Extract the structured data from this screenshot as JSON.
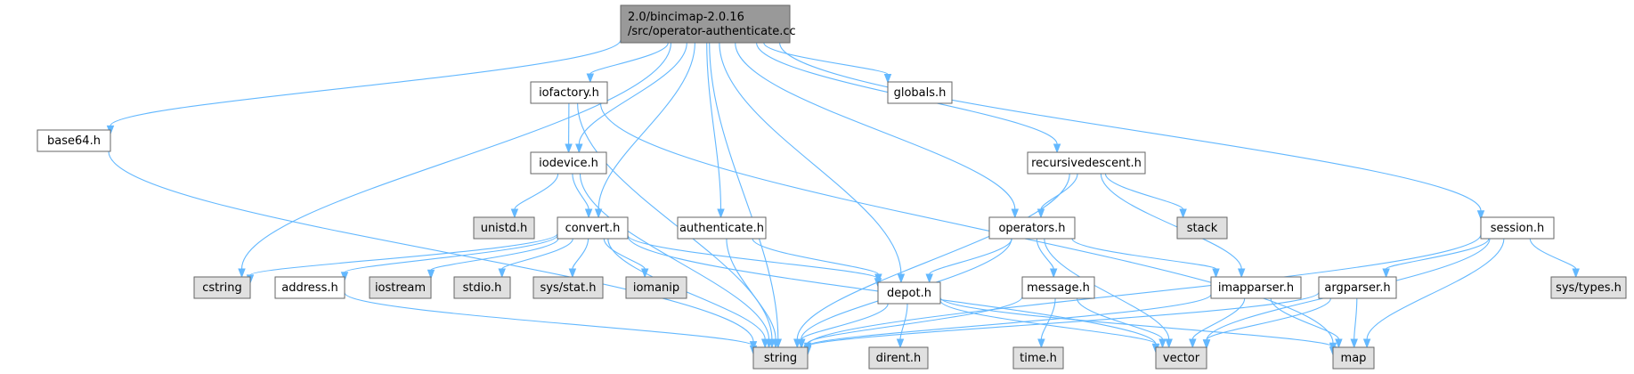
{
  "graph": {
    "colors": {
      "root_fill": "#999999",
      "header_fill": "#ffffff",
      "system_fill": "#e0e0e0",
      "border": "#666666",
      "edge": "#63b8ff"
    },
    "nodes": {
      "root": {
        "lines": [
          "2.0/bincimap-2.0.16",
          "/src/operator-authenticate.cc"
        ],
        "kind": "root"
      },
      "base64": {
        "lines": [
          "base64.h"
        ],
        "kind": "header"
      },
      "string": {
        "lines": [
          "string"
        ],
        "kind": "system"
      },
      "iofactory": {
        "lines": [
          "iofactory.h"
        ],
        "kind": "header"
      },
      "iodevice": {
        "lines": [
          "iodevice.h"
        ],
        "kind": "header"
      },
      "map": {
        "lines": [
          "map"
        ],
        "kind": "system"
      },
      "convert": {
        "lines": [
          "convert.h"
        ],
        "kind": "header"
      },
      "unistd": {
        "lines": [
          "unistd.h"
        ],
        "kind": "system"
      },
      "cstring": {
        "lines": [
          "cstring"
        ],
        "kind": "system"
      },
      "address": {
        "lines": [
          "address.h"
        ],
        "kind": "header"
      },
      "iostream": {
        "lines": [
          "iostream"
        ],
        "kind": "system"
      },
      "stdio": {
        "lines": [
          "stdio.h"
        ],
        "kind": "system"
      },
      "sysstat": {
        "lines": [
          "sys/stat.h"
        ],
        "kind": "system"
      },
      "iomanip": {
        "lines": [
          "iomanip"
        ],
        "kind": "system"
      },
      "depot": {
        "lines": [
          "depot.h"
        ],
        "kind": "header"
      },
      "vector": {
        "lines": [
          "vector"
        ],
        "kind": "system"
      },
      "authenticate": {
        "lines": [
          "authenticate.h"
        ],
        "kind": "header"
      },
      "dirent": {
        "lines": [
          "dirent.h"
        ],
        "kind": "system"
      },
      "globals": {
        "lines": [
          "globals.h"
        ],
        "kind": "header"
      },
      "operators": {
        "lines": [
          "operators.h"
        ],
        "kind": "header"
      },
      "message": {
        "lines": [
          "message.h"
        ],
        "kind": "header"
      },
      "timeh": {
        "lines": [
          "time.h"
        ],
        "kind": "system"
      },
      "imapparser": {
        "lines": [
          "imapparser.h"
        ],
        "kind": "header"
      },
      "recursivedescent": {
        "lines": [
          "recursivedescent.h"
        ],
        "kind": "header"
      },
      "stack": {
        "lines": [
          "stack"
        ],
        "kind": "system"
      },
      "session": {
        "lines": [
          "session.h"
        ],
        "kind": "header"
      },
      "argparser": {
        "lines": [
          "argparser.h"
        ],
        "kind": "header"
      },
      "systypes": {
        "lines": [
          "sys/types.h"
        ],
        "kind": "system"
      }
    },
    "edges": [
      [
        "root",
        "string"
      ],
      [
        "root",
        "base64"
      ],
      [
        "root",
        "iofactory"
      ],
      [
        "root",
        "iodevice"
      ],
      [
        "root",
        "cstring"
      ],
      [
        "root",
        "convert"
      ],
      [
        "root",
        "authenticate"
      ],
      [
        "root",
        "depot"
      ],
      [
        "root",
        "globals"
      ],
      [
        "root",
        "operators"
      ],
      [
        "root",
        "recursivedescent"
      ],
      [
        "root",
        "session"
      ],
      [
        "base64",
        "string"
      ],
      [
        "iofactory",
        "iodevice"
      ],
      [
        "iofactory",
        "string"
      ],
      [
        "iofactory",
        "map"
      ],
      [
        "iodevice",
        "unistd"
      ],
      [
        "iodevice",
        "convert"
      ],
      [
        "iodevice",
        "string"
      ],
      [
        "convert",
        "cstring"
      ],
      [
        "convert",
        "address"
      ],
      [
        "convert",
        "iostream"
      ],
      [
        "convert",
        "stdio"
      ],
      [
        "convert",
        "sysstat"
      ],
      [
        "convert",
        "iomanip"
      ],
      [
        "convert",
        "string"
      ],
      [
        "convert",
        "depot"
      ],
      [
        "convert",
        "vector"
      ],
      [
        "address",
        "string"
      ],
      [
        "authenticate",
        "depot"
      ],
      [
        "authenticate",
        "string"
      ],
      [
        "depot",
        "string"
      ],
      [
        "depot",
        "dirent"
      ],
      [
        "depot",
        "vector"
      ],
      [
        "depot",
        "map"
      ],
      [
        "operators",
        "depot"
      ],
      [
        "operators",
        "message"
      ],
      [
        "operators",
        "imapparser"
      ],
      [
        "operators",
        "string"
      ],
      [
        "operators",
        "vector"
      ],
      [
        "message",
        "string"
      ],
      [
        "message",
        "timeh"
      ],
      [
        "message",
        "vector"
      ],
      [
        "imapparser",
        "string"
      ],
      [
        "imapparser",
        "vector"
      ],
      [
        "imapparser",
        "map"
      ],
      [
        "recursivedescent",
        "operators"
      ],
      [
        "recursivedescent",
        "stack"
      ],
      [
        "recursivedescent",
        "imapparser"
      ],
      [
        "recursivedescent",
        "string"
      ],
      [
        "session",
        "argparser"
      ],
      [
        "session",
        "systypes"
      ],
      [
        "session",
        "string"
      ],
      [
        "session",
        "vector"
      ],
      [
        "session",
        "map"
      ],
      [
        "argparser",
        "string"
      ],
      [
        "argparser",
        "vector"
      ],
      [
        "argparser",
        "map"
      ]
    ]
  }
}
